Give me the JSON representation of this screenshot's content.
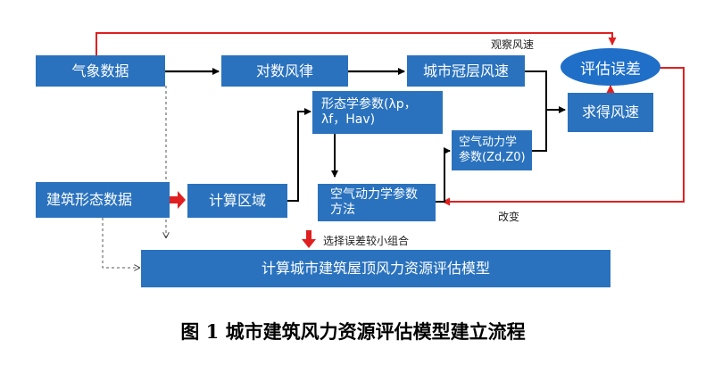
{
  "nodes": {
    "weather_data": "气象数据",
    "log_wind_law": "对数风律",
    "urban_canopy_wind": "城市冠层风速",
    "eval_error": "评估误差",
    "morph_params_l1": "形态学参数(λp，",
    "morph_params_l2": "λf，Hav)",
    "obtain_wind": "求得风速",
    "aero_params_zd_l1": "空气动力学",
    "aero_params_zd_l2": "参数(Zd,Z0)",
    "building_morph_data": "建筑形态数据",
    "calc_area": "计算区域",
    "aero_method_l1": "空气动力学参数",
    "aero_method_l2": "方法",
    "model": "计算城市建筑屋顶风力资源评估模型"
  },
  "labels": {
    "observed_wind": "观察风速",
    "change": "改变",
    "select_small_error": "选择误差较小组合"
  },
  "caption": "图 1  城市建筑风力资源评估模型建立流程",
  "colors": {
    "box": "#2a72be",
    "ellipse": "#1f6fc8",
    "red": "#e02020",
    "arrow": "#000000"
  }
}
